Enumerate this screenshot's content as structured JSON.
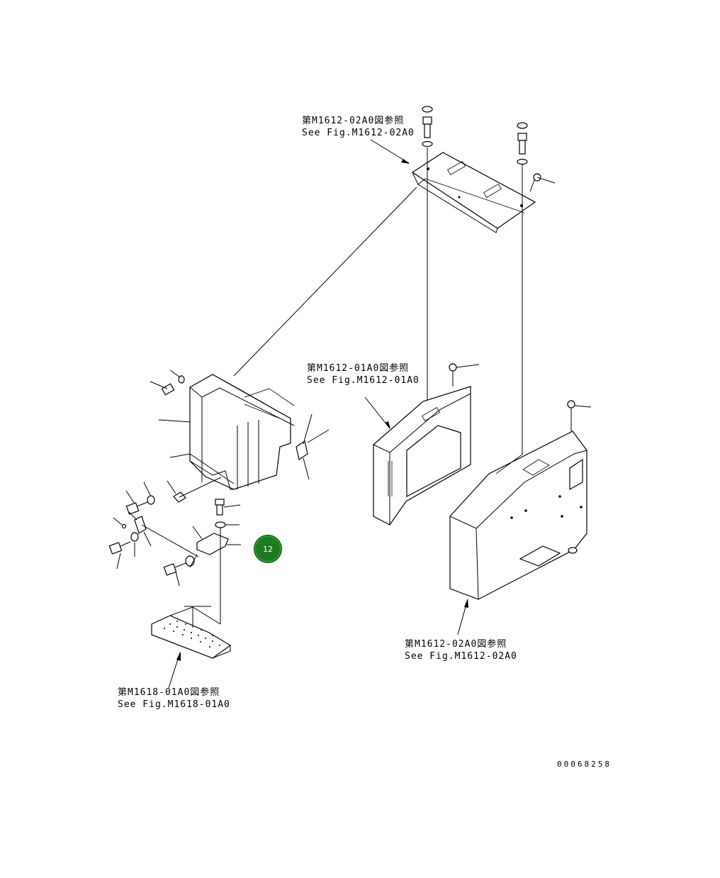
{
  "references": {
    "top_cover": {
      "line1": "第M1612-02A0図参照",
      "line2": "See Fig.M1612-02A0"
    },
    "middle_panel": {
      "line1": "第M1612-01A0図参照",
      "line2": "See Fig.M1612-01A0"
    },
    "right_cover": {
      "line1": "第M1612-02A0図参照",
      "line2": "See Fig.M1612-02A0"
    },
    "step": {
      "line1": "第M1618-01A0図参照",
      "line2": "See Fig.M1618-01A0"
    }
  },
  "callout": {
    "number": "12",
    "color": "#1f7a1f"
  },
  "document_number": "00068258"
}
